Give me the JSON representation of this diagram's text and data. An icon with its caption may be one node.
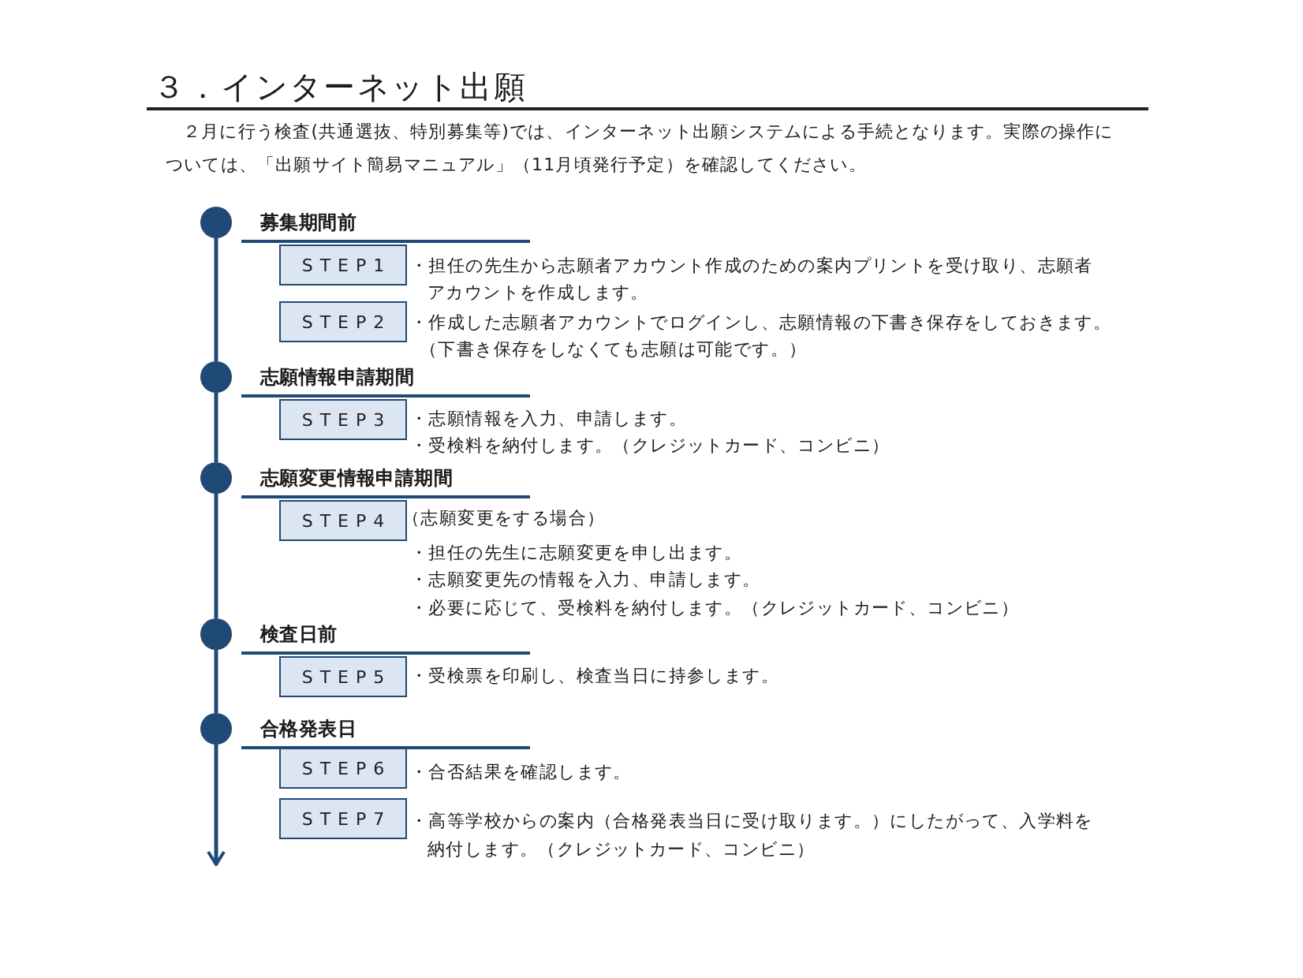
{
  "diagram": {
    "title": "３．インターネット出願",
    "nodes": [
      {
        "text": [],
        "shape": "circle"
      },
      {
        "text": [
          "STEP1"
        ],
        "beside": [
          "・担任の先生から志願者アカウント作成のための案内プリントを受け取り、志願者アカウントを作成します。"
        ]
      },
      {
        "text": [
          "STEP2"
        ],
        "beside": [
          "・作成した志願者アカウントでログインし、志願情報の下書き保存をしておきます。",
          "（下書き保存をしなくても志願は可能です。）"
        ]
      },
      {
        "text": [],
        "shape": "circle"
      },
      {
        "text": [
          "STEP3"
        ],
        "beside": [
          "・志願情報を入力、申請します。",
          "・受検料を納付します。（クレジットカード、コンビニ）"
        ]
      },
      {
        "text": [],
        "shape": "circle"
      },
      {
        "text": [
          "STEP4"
        ],
        "beside": [
          "（志願変更をする場合）",
          "・担任の先生に志願変更を申し出ます。",
          "・志願変更先の情報を入力、申請します。",
          "・必要に応じて、受検料を納付します。（クレジットカード、コンビニ）"
        ]
      },
      {
        "text": [],
        "shape": "circle"
      },
      {
        "text": [
          "STEP5"
        ],
        "beside": [
          "・受検票を印刷し、検査当日に持参します。"
        ]
      },
      {
        "text": [],
        "shape": "circle"
      },
      {
        "text": [
          "STEP6"
        ],
        "beside": [
          "・合否結果を確認します。"
        ]
      },
      {
        "text": [
          "STEP7"
        ],
        "beside": [
          "・高等学校からの案内（合格発表当日に受け取ります。）にしたがって、入学料を納付します。（クレジットカード、コンビニ）"
        ]
      }
    ],
    "edges": [
      {
        "from": 0,
        "to": 3,
        "arrow": "none"
      },
      {
        "from": 3,
        "to": 5,
        "arrow": "none"
      },
      {
        "from": 5,
        "to": 7,
        "arrow": "none"
      },
      {
        "from": 7,
        "to": 9,
        "arrow": "none"
      },
      {
        "from": 9,
        "to": null,
        "arrow": "to"
      }
    ],
    "labels": [
      "２月に行う検査(共通選抜、特別募集等)では、インターネット出願システムによる手続となります。実際の操作については、「出願サイト簡易マニュアル」（11月頃発行予定）を確認してください。",
      "募集期間前",
      "志願情報申請期間",
      "志願変更情報申請期間",
      "検査日前",
      "合格発表日"
    ]
  }
}
